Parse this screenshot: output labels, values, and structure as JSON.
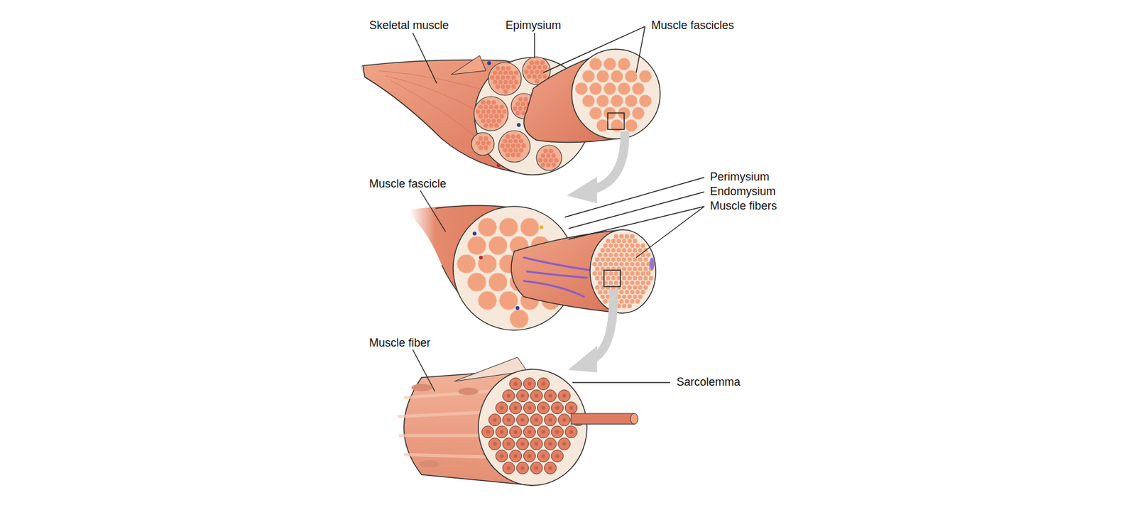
{
  "diagram": {
    "labels": [
      "Skeletal muscle",
      "Epimysium",
      "Muscle fascicles",
      "Muscle fascicle",
      "Perimysium",
      "Endomysium",
      "Muscle fibers",
      "Muscle fiber",
      "Sarcolemma"
    ]
  }
}
